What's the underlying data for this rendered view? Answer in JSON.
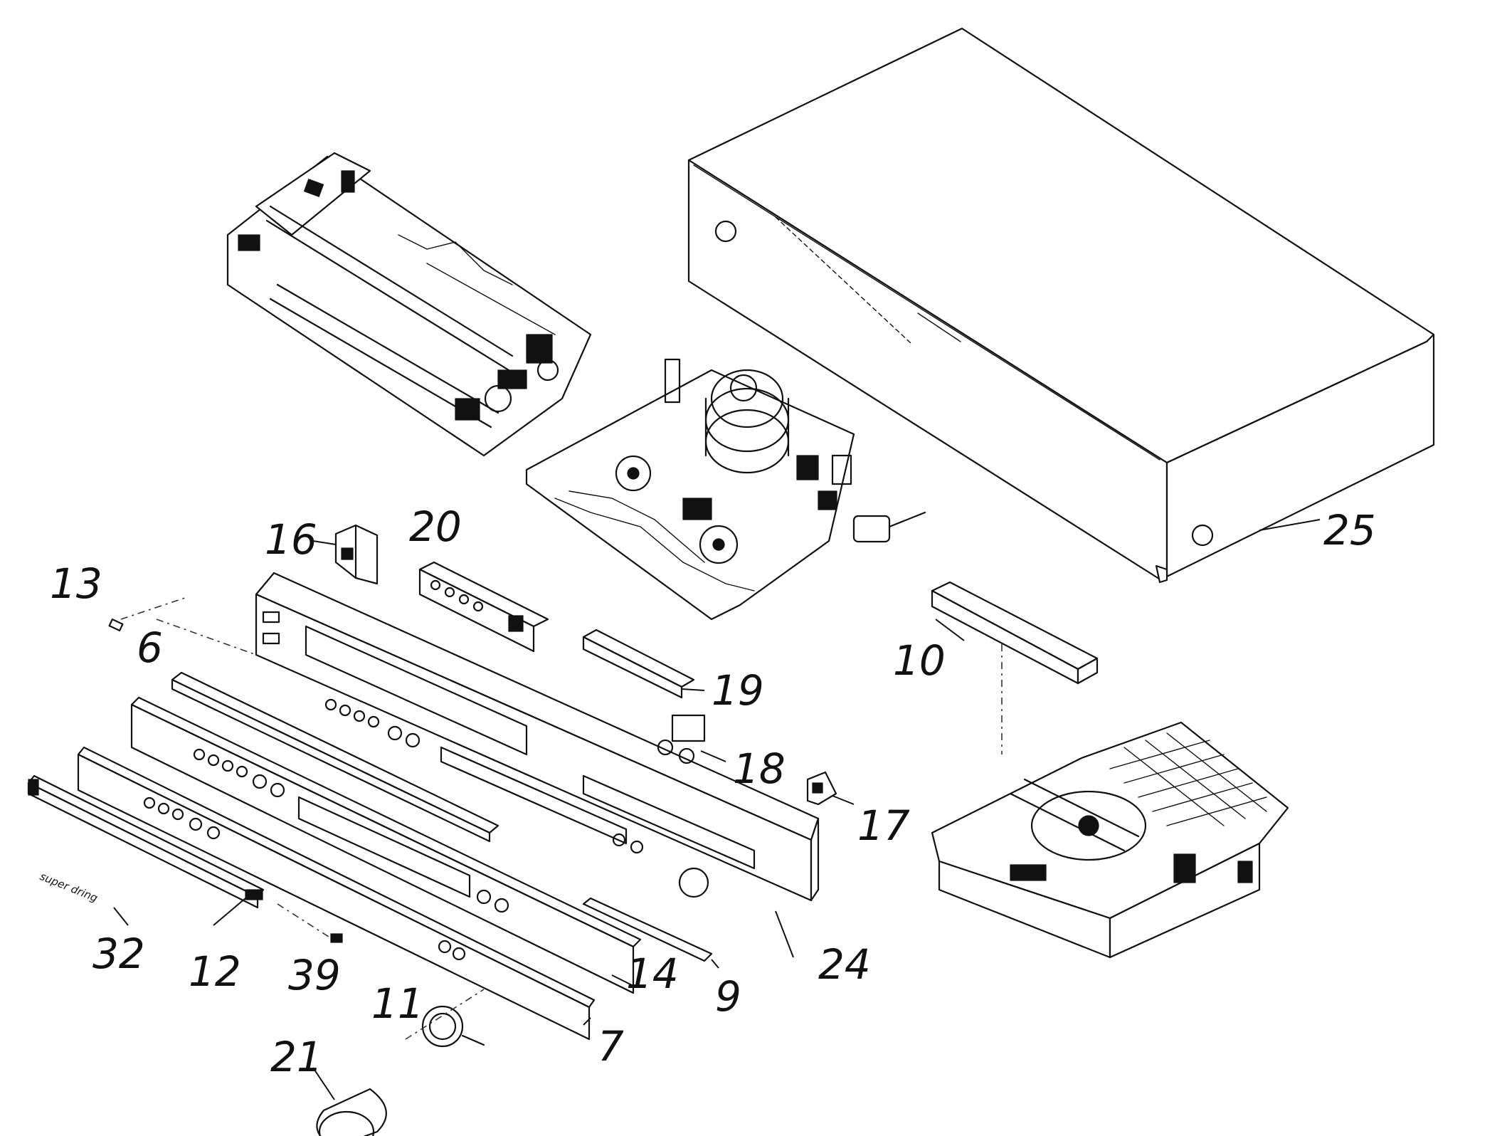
{
  "diagram": {
    "callouts": [
      {
        "id": "c25",
        "label": "25"
      },
      {
        "id": "c16",
        "label": "16"
      },
      {
        "id": "c20",
        "label": "20"
      },
      {
        "id": "c13",
        "label": "13"
      },
      {
        "id": "c6",
        "label": "6"
      },
      {
        "id": "c10",
        "label": "10"
      },
      {
        "id": "c19",
        "label": "19"
      },
      {
        "id": "c18",
        "label": "18"
      },
      {
        "id": "c17",
        "label": "17"
      },
      {
        "id": "c32",
        "label": "32"
      },
      {
        "id": "c12",
        "label": "12"
      },
      {
        "id": "c39",
        "label": "39"
      },
      {
        "id": "c14",
        "label": "14"
      },
      {
        "id": "c9",
        "label": "9"
      },
      {
        "id": "c24",
        "label": "24"
      },
      {
        "id": "c11",
        "label": "11"
      },
      {
        "id": "c7",
        "label": "7"
      },
      {
        "id": "c21",
        "label": "21"
      }
    ],
    "strip_text": "super dring"
  }
}
